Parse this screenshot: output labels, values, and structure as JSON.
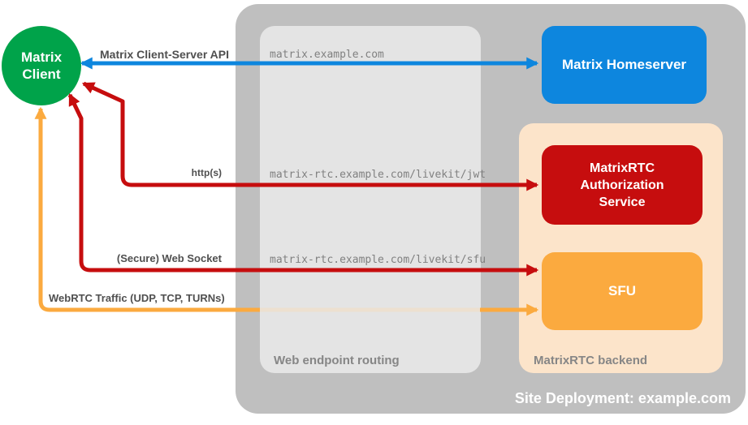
{
  "diagram": {
    "client": {
      "label": "Matrix Client",
      "color": "#00a34a"
    },
    "homeserver": {
      "label": "Matrix Homeserver",
      "color": "#0d86de"
    },
    "auth_service": {
      "label": "MatrixRTC Authorization Service",
      "color": "#c60d0e"
    },
    "sfu": {
      "label": "SFU",
      "color": "#fbaa3f"
    },
    "containers": {
      "site_deployment": {
        "label": "Site Deployment: example.com",
        "color": "#bfbfbf"
      },
      "web_endpoint_routing": {
        "label": "Web endpoint routing",
        "color": "#eaeaea"
      },
      "matrixrtc_backend": {
        "label": "MatrixRTC backend",
        "color": "#fce4ca"
      }
    },
    "endpoints": {
      "homeserver_route": "matrix.example.com",
      "jwt_route": "matrix-rtc.example.com/livekit/jwt",
      "sfu_route": "matrix-rtc.example.com/livekit/sfu"
    },
    "connections": [
      {
        "label": "Matrix Client-Server API",
        "from": "Matrix Client",
        "to": "Matrix Homeserver",
        "color": "#0d86de",
        "bidirectional": true
      },
      {
        "label": "http(s)",
        "from": "Matrix Client",
        "to": "MatrixRTC Authorization Service",
        "color": "#c60d0e",
        "bidirectional": true
      },
      {
        "label": "(Secure) Web Socket",
        "from": "Matrix Client",
        "to": "SFU",
        "color": "#c60d0e",
        "bidirectional": true
      },
      {
        "label": "WebRTC Traffic (UDP, TCP, TURNs)",
        "from": "Matrix Client",
        "to": "SFU",
        "color": "#fbaa3f",
        "bidirectional": true
      }
    ]
  }
}
